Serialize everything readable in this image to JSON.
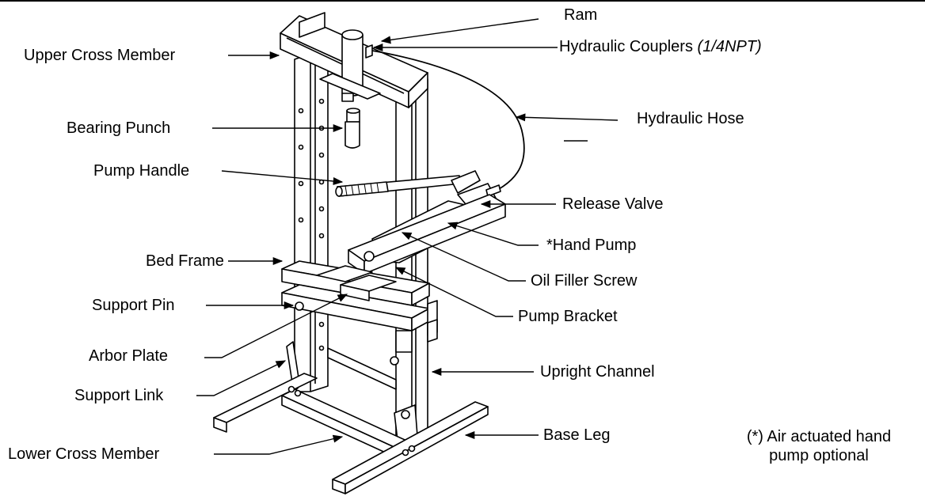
{
  "labels": {
    "ram": "Ram",
    "hydraulic_couplers": "Hydraulic Couplers",
    "hydraulic_couplers_spec": "(1/4NPT)",
    "upper_cross_member": "Upper Cross Member",
    "hydraulic_hose": "Hydraulic Hose",
    "bearing_punch": "Bearing Punch",
    "pump_handle": "Pump Handle",
    "release_valve": "Release Valve",
    "hand_pump": "*Hand Pump",
    "bed_frame": "Bed Frame",
    "oil_filler_screw": "Oil Filler Screw",
    "support_pin": "Support Pin",
    "pump_bracket": "Pump Bracket",
    "arbor_plate": "Arbor Plate",
    "upright_channel": "Upright Channel",
    "support_link": "Support Link",
    "base_leg": "Base Leg",
    "lower_cross_member": "Lower Cross Member"
  },
  "note": {
    "line1": "(*) Air actuated hand",
    "line2": "pump optional"
  }
}
